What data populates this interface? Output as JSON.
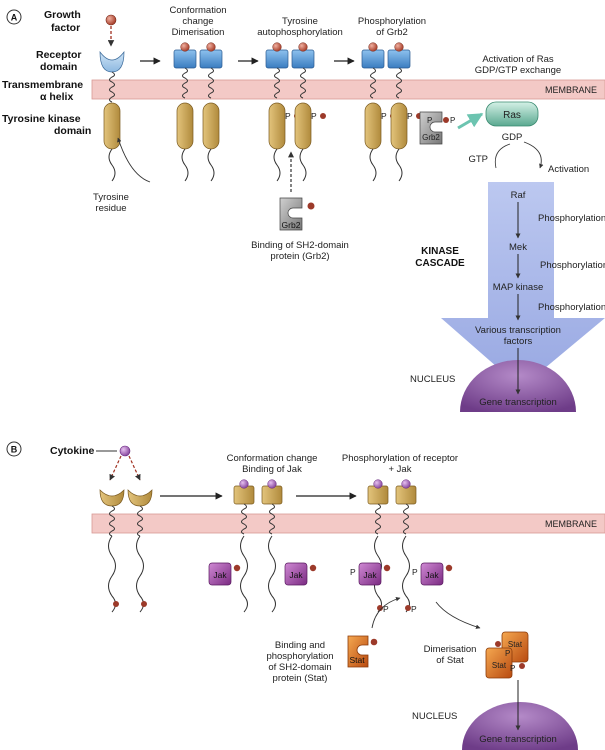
{
  "panel_a": {
    "label": "A",
    "left_labels": {
      "growth_factor": [
        "Growth",
        "factor"
      ],
      "receptor_domain": [
        "Receptor",
        "domain"
      ],
      "transmembrane": [
        "Transmembrane",
        "α helix"
      ],
      "tyrosine_kinase": [
        "Tyrosine kinase",
        "domain"
      ]
    },
    "steps": {
      "step1": [
        "Conformation",
        "change",
        "Dimerisation"
      ],
      "step2": [
        "Tyrosine",
        "autophosphorylation"
      ],
      "step3": [
        "Phosphorylation",
        "of Grb2"
      ],
      "ras_activation": [
        "Activation of Ras",
        "GDP/GTP exchange"
      ]
    },
    "membrane": "MEMBRANE",
    "tyrosine_residue": [
      "Tyrosine",
      "residue"
    ],
    "grb2": "Grb2",
    "grb2_binding": [
      "Binding of SH2-domain",
      "protein (Grb2)"
    ],
    "p": "P",
    "ras": "Ras",
    "gdp": "GDP",
    "gtp": "GTP",
    "activation": "Activation",
    "cascade": {
      "title": [
        "KINASE",
        "CASCADE"
      ],
      "raf": "Raf",
      "mek": "Mek",
      "map_kinase": "MAP kinase",
      "transcription_factors": [
        "Various transcription",
        "factors"
      ],
      "phosphorylation": "Phosphorylation"
    },
    "nucleus": "NUCLEUS",
    "gene_transcription": "Gene transcription"
  },
  "panel_b": {
    "label": "B",
    "cytokine": "Cytokine",
    "step1": [
      "Conformation change",
      "Binding of Jak"
    ],
    "step2": [
      "Phosphorylation of receptor",
      "+ Jak"
    ],
    "membrane": "MEMBRANE",
    "jak": "Jak",
    "stat": "Stat",
    "p": "P",
    "stat_binding": [
      "Binding and",
      "phosphorylation",
      "of SH2-domain",
      "protein (Stat)"
    ],
    "dimerisation": [
      "Dimerisation",
      "of Stat"
    ],
    "nucleus": "NUCLEUS",
    "gene_transcription": "Gene transcription"
  },
  "colors": {
    "membrane": "#f3c9c6",
    "receptor_blue": "#4a90d0",
    "kinase_tan": "#c9a455",
    "ligand_red": "#b8543f",
    "ligand_purple": "#9b5fb0",
    "jak_purple": "#8a3c8c",
    "stat_orange": "#e07b1a",
    "nucleus_purple": "#7f4a96",
    "cascade_blue": "#aab8e8",
    "ras_green": "#5fb8a0",
    "grb2_gray": "#8a8a8a"
  }
}
